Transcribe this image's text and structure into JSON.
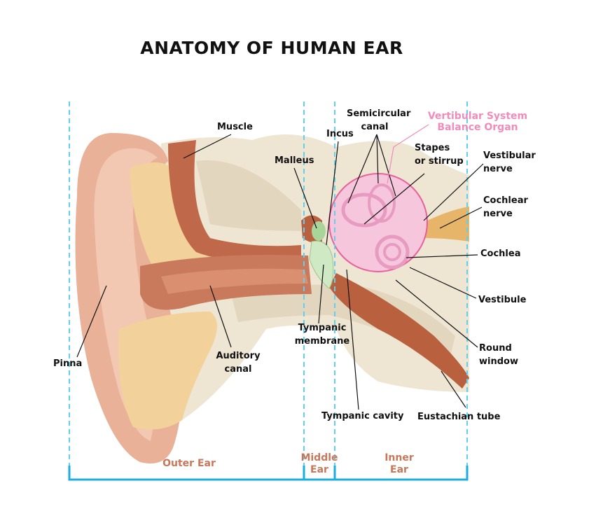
{
  "title": "ANATOMY  OF HUMAN EAR",
  "labels": {
    "muscle": "Muscle",
    "incus": "Incus",
    "semicircular_1": "Semicircular",
    "semicircular_2": "canal",
    "malleus": "Malleus",
    "stapes_1": "Stapes",
    "stapes_2": "or stirrup",
    "vestibular_nerve_1": "Vestibular",
    "vestibular_nerve_2": "nerve",
    "cochlear_nerve_1": "Cochlear",
    "cochlear_nerve_2": "nerve",
    "cochlea": "Cochlea",
    "vestibule": "Vestibule",
    "round_window_1": "Round",
    "round_window_2": "window",
    "eustachian_tube": "Eustachian tube",
    "tympanic_cavity": "Tympanic cavity",
    "tympanic_membrane_1": "Tympanic",
    "tympanic_membrane_2": "membrane",
    "auditory_canal_1": "Auditory",
    "auditory_canal_2": "canal",
    "pinna": "Pinna"
  },
  "balance": {
    "line1": "Vertibular System",
    "line2": "Balance Organ"
  },
  "sections": {
    "outer": "Outer Ear",
    "middle_1": "Middle",
    "middle_2": "Ear",
    "inner_1": "Inner",
    "inner_2": "Ear"
  },
  "colors": {
    "divider": "#1aaee0",
    "section_text": "#c8775a",
    "balance": "#f08cbc"
  }
}
